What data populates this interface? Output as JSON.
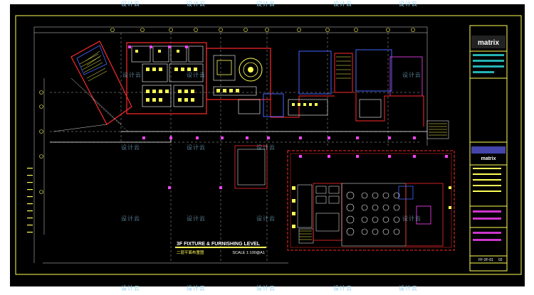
{
  "watermark": "设计云",
  "title_block": {
    "logo": "matrix",
    "logo2": "matrix",
    "drawing_no": "FF-2F-01",
    "sheet": "02"
  },
  "plan": {
    "title": "3F FIXTURE & FURNISHING LEVEL",
    "subtitle": "二层平面布置图",
    "scale": "SCALE 1:100@A1"
  },
  "colors": {
    "background": "#000000",
    "wall": "#ff2a2a",
    "partition": "#ffffff",
    "furniture": "#ffff55",
    "grid": "#d8d8d8",
    "accent_blue": "#4466ff",
    "accent_magenta": "#ff44ff",
    "accent_cyan": "#33ffff"
  }
}
